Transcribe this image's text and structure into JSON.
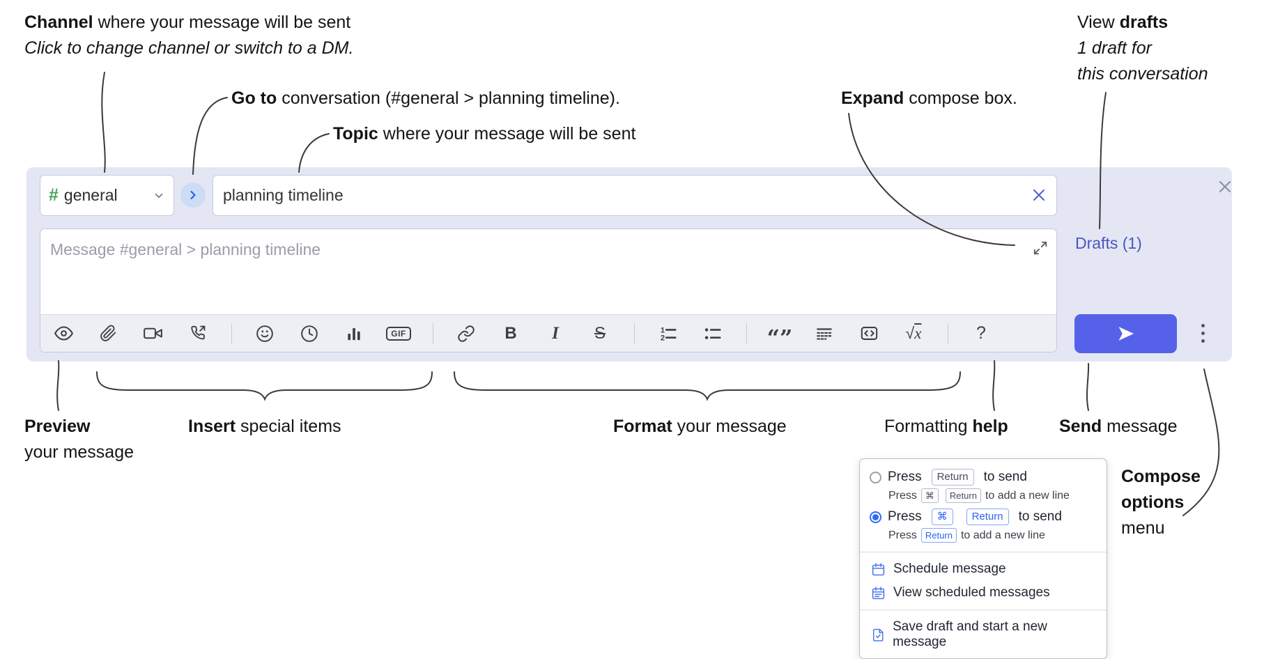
{
  "annotations": {
    "channel": {
      "bold": "Channel",
      "rest": " where your message will be sent",
      "line2": "Click to change channel or switch to a DM."
    },
    "goto": {
      "bold": "Go to",
      "rest": " conversation (#general > planning timeline)."
    },
    "topic": {
      "bold": "Topic",
      "rest": " where your message will be sent"
    },
    "expand": {
      "bold": "Expand",
      "rest": " compose box."
    },
    "drafts": {
      "pre": "View ",
      "bold": "drafts",
      "line2": "1 draft for",
      "line3": "this conversation"
    },
    "preview": {
      "bold": "Preview",
      "line2": "your message"
    },
    "insert": {
      "bold": "Insert",
      "rest": " special items"
    },
    "format": {
      "bold": "Format",
      "rest": " your message"
    },
    "help": {
      "pre": "Formatting ",
      "bold": "help"
    },
    "send": {
      "bold": "Send",
      "rest": " message"
    },
    "compose_options": {
      "bold1": "Compose",
      "bold2": "options",
      "rest": "menu"
    }
  },
  "compose": {
    "channel_name": "general",
    "topic_value": "planning timeline",
    "message_placeholder": "Message #general > planning timeline",
    "drafts_link": "Drafts (1)"
  },
  "toolbar": {
    "glyphs": {
      "hash": "#",
      "bold": "B",
      "italic": "I",
      "strike": "S",
      "gif": "GIF",
      "quote": "“”",
      "radical": "√",
      "math_x": "x",
      "help": "?",
      "ol1": "1",
      "ol2": "2"
    }
  },
  "popup": {
    "opt1": {
      "press": "Press",
      "key": "Return",
      "suffix": "to send",
      "sub_press": "Press",
      "sub_k1": "⌘",
      "sub_k2": "Return",
      "sub_suffix": "to add a new line"
    },
    "opt2": {
      "press": "Press",
      "k1": "⌘",
      "k2": "Return",
      "suffix": "to send",
      "sub_press": "Press",
      "sub_key": "Return",
      "sub_suffix": "to add a new line"
    },
    "items": [
      {
        "label": "Schedule message"
      },
      {
        "label": "View scheduled messages"
      },
      {
        "label": "Save draft and start a new message"
      }
    ]
  },
  "colors": {
    "accent": "#5661ea",
    "link_indigo": "#4a56c0",
    "channel_green": "#4ba15f",
    "kbd_blue": "#2e63f0"
  }
}
